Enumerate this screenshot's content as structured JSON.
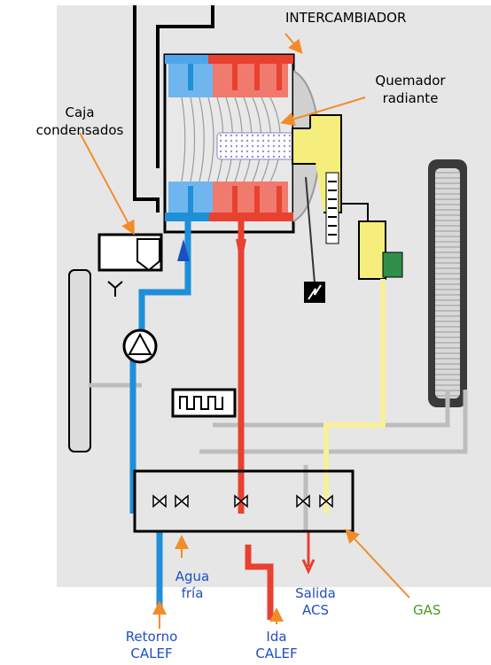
{
  "labels": {
    "intercambiador": "INTERCAMBIADOR",
    "quemador_1": "Quemador",
    "quemador_2": "radiante",
    "caja_1": "Caja",
    "caja_2": "condensados",
    "agua_1": "Agua",
    "agua_2": "fría",
    "salida_1": "Salida",
    "salida_2": "ACS",
    "gas": "GAS",
    "retorno_1": "Retorno",
    "retorno_2": "CALEF",
    "ida_1": "Ida",
    "ida_2": "CALEF"
  },
  "colors": {
    "panel": "#e6e6e6",
    "hot": "#e8412f",
    "cold": "#1e8fd8",
    "gas_pipe": "#f7ef9a",
    "callout": "#f28c28",
    "blue_text": "#1f4fbf",
    "gas_text": "#4a9a1c"
  },
  "icons": [
    "pump-icon",
    "spark-electrode-icon",
    "expansion-vessel-icon",
    "dhw-plate-exchanger-icon",
    "valve-icon"
  ]
}
